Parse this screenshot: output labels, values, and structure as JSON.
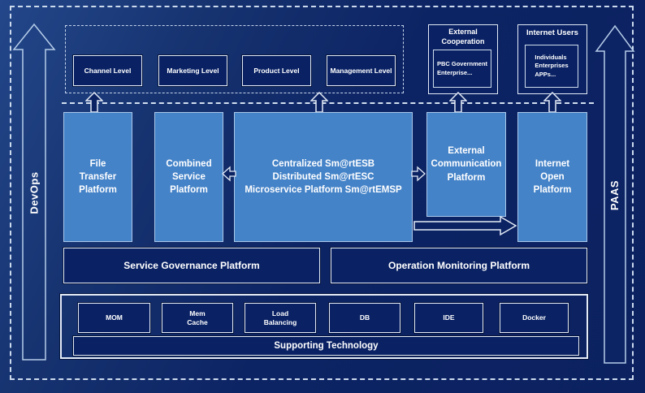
{
  "colors": {
    "background": "#0d2464",
    "panel_dark": "#0a2264",
    "accent_blue": "#4583c8",
    "border_light": "#e3ebf7",
    "dashed_line": "#ccdaee",
    "text": "#ffffff"
  },
  "side_arrows": {
    "left_label": "DevOps",
    "right_label": "PAAS"
  },
  "business_levels": {
    "items": [
      {
        "label": "Channel Level"
      },
      {
        "label": "Marketing Level"
      },
      {
        "label": "Product Level"
      },
      {
        "label": "Management Level"
      }
    ]
  },
  "external_cooperation": {
    "title": "External\nCooperation",
    "inner": "PBC Government\nEnterprise..."
  },
  "internet_users": {
    "title": "Internet Users",
    "inner": "Individuals\nEnterprises\nAPPs..."
  },
  "middle_platforms": {
    "file_transfer": "File\nTransfer\nPlatform",
    "combined_service": "Combined\nService\nPlatform",
    "esb_core": "Centralized Sm@rtESB\nDistributed Sm@rtESC\nMicroservice Platform Sm@rtEMSP",
    "external_communication": "External\nCommunication\nPlatform",
    "internet_open": "Internet\nOpen\nPlatform"
  },
  "governance": {
    "service": "Service Governance Platform",
    "operation": "Operation Monitoring Platform"
  },
  "supporting": {
    "items": [
      {
        "label": "MOM"
      },
      {
        "label": "Mem\nCache"
      },
      {
        "label": "Load\nBalancing"
      },
      {
        "label": "DB"
      },
      {
        "label": "IDE"
      },
      {
        "label": "Docker"
      }
    ],
    "bar": "Supporting Technology"
  }
}
